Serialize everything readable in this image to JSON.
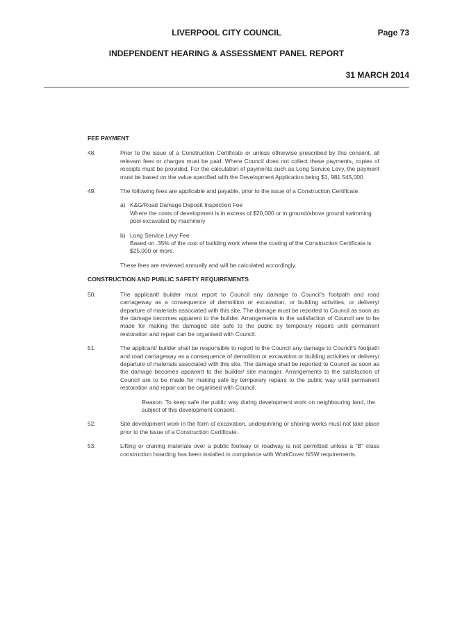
{
  "header": {
    "council": "LIVERPOOL CITY COUNCIL",
    "page": "Page 73",
    "report": "INDEPENDENT HEARING & ASSESSMENT PANEL REPORT",
    "date": "31 MARCH 2014"
  },
  "fee_section": {
    "heading": "FEE PAYMENT",
    "item48": {
      "num": "48.",
      "text": "Prior to the issue of a Construction Certificate or unless otherwise prescribed by this consent, all relevant fees or charges must be paid. Where Council does not collect these payments, copies of receipts must be provided. For the calculation of payments such as Long Service Levy, the payment must be based on the value specified with the Development Application being $1, 981 545,000"
    },
    "item49": {
      "num": "49.",
      "text": "The following fees are applicable and payable, prior to the issue of a Construction Certificate:",
      "sub_a": {
        "label": "a)",
        "title": "K&G/Road Damage Deposit Inspection Fee",
        "text": "Where the costs of development is in excess of $20,000 or in ground/above ground swimming pool excavated by machinery"
      },
      "sub_b": {
        "label": "b)",
        "title": "Long Service Levy Fee",
        "text": "Based on .35% of the cost of building work where the costing of the Construction Certificate is $25,000 or more."
      },
      "note": "These fees are reviewed annually and will be calculated accordingly."
    }
  },
  "safety_section": {
    "heading": "CONSTRUCTION AND PUBLIC SAFETY REQUIREMENTS",
    "item50": {
      "num": "50.",
      "text": "The applicant/ builder must report to Council any damage to Council's footpath and road carriageway as a consequence of demolition or excavation, or building activities, or delivery/ departure of materials associated with this site. The damage must be reported to Council as soon as the damage becomes apparent to the builder. Arrangements to the satisfaction of Council are to be made for making the damaged site safe to the public by temporary repairs until permanent restoration and repair can be organised with Council."
    },
    "item51": {
      "num": "51.",
      "text": "The applicant/ builder shall be responsible to report to the Council any damage to Council's footpath and road carriageway as a consequence of demolition or excavation or building activities or delivery/ departure of materials associated with this site. The damage shall be reported to Council as soon as the damage becomes apparent to the builder/ site manager. Arrangements to the satisfaction of Council are to be made for making safe by temporary repairs to the public way until permanent restoration and repair can be organised with Council.",
      "reason": "Reason: To keep safe the public way during development work on neighbouring land, the subject of this development consent."
    },
    "item52": {
      "num": "52.",
      "text": "Site development work in the form of excavation, underpinning or shoring works must not take place prior to the issue of a Construction Certificate."
    },
    "item53": {
      "num": "53.",
      "text": "Lifting or craning materials over a public footway or roadway is not permitted unless a \"B\" class construction hoarding has been installed in compliance with WorkCover NSW requirements."
    }
  }
}
